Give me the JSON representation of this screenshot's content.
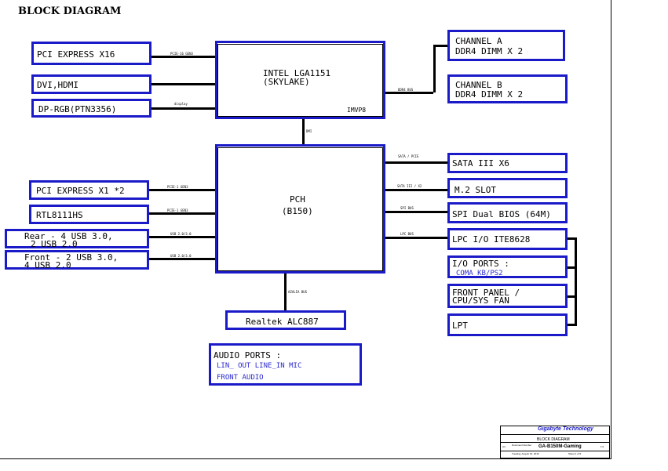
{
  "title": "BLOCK DIAGRAM",
  "blocks": {
    "pcie16": "PCI EXPRESS X16",
    "dvi": "DVI,HDMI",
    "dp": "DP-RGB(PTN3356)",
    "cpu_line1": "INTEL LGA1151",
    "cpu_line2": "(SKYLAKE)",
    "imvp": "IMVP8",
    "chA1": "CHANNEL A",
    "chA2": "DDR4  DIMM X 2",
    "chB1": "CHANNEL B",
    "chB2": "DDR4 DIMM X 2",
    "pcie1": "PCI EXPRESS X1 *2",
    "rtl": "RTL8111HS",
    "rear1": "Rear - 4 USB 3.0,",
    "rear2": "2 USB 2.0",
    "front1": "Front - 2 USB 3.0,",
    "front2": "4 USB 2.0",
    "pch1": "PCH",
    "pch2": "(B150)",
    "sata": "SATA III X6",
    "m2": "M.2 SLOT",
    "spi": "SPI Dual BIOS (64M)",
    "lpc": "LPC I/O ITE8628",
    "io1": "I/O PORTS :",
    "io2": "COMA  KB/PS2",
    "fp1": "FRONT PANEL /",
    "fp2": "CPU/SYS FAN",
    "lpt": "LPT",
    "realtek": "Realtek ALC887",
    "audio1": "AUDIO PORTS :",
    "audio2": "LIN_ OUT  LINE_IN   MIC",
    "audio3": "FRONT AUDIO"
  },
  "signals": {
    "pcie16": "PCIE-16 GEN3",
    "dp": "display",
    "ddr": "DDR4 BUS",
    "dmi": "DMI",
    "pcie1": "PCIE-1 GEN3",
    "rtl": "PCIE-1 GEN3",
    "usb_rear": "USB 2.0/3.0",
    "usb_front": "USB 2.0/3.0",
    "sata": "SATA / PCIE",
    "m2": "SATA III / X2",
    "spi": "SPI BUS",
    "lpc": "LPC BUS",
    "azalia": "AZALIA BUS"
  },
  "title_block": {
    "company": "Gigabyte Technology",
    "sheet": "BLOCK DIAGRAM",
    "doc_label": "Document Number",
    "model": "GA-B150M-Gaming",
    "size_label": "A4",
    "date": "Tuesday, August 16, 2016",
    "sheet_no": "Sheet  1  of  5",
    "rev": "1.0"
  },
  "colors": {
    "box_border": "#1a1ac8",
    "sub_text": "#2a2ad0",
    "line": "#000000"
  }
}
